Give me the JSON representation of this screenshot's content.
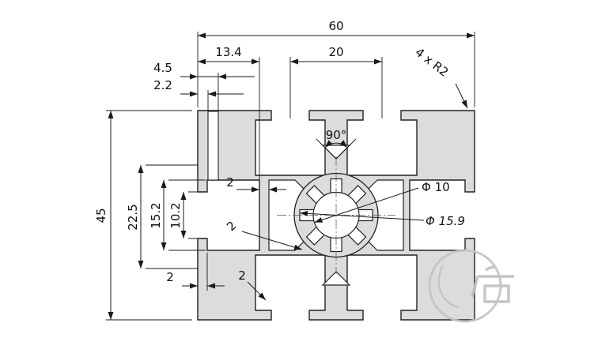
{
  "drawing": {
    "title": "aluminum-profile-cross-section",
    "dims": {
      "total_width": "60",
      "slot_depth_left": "13.4",
      "slot_spacing": "20",
      "channel_width": "4.5",
      "channel_wall": "2.2",
      "corner_radius": "4 x R2",
      "groove_angle": "90°",
      "total_height": "45",
      "center_height": "22.5",
      "cavity_height": "15.2",
      "opening_height": "10.2",
      "web_thickness_a": "2",
      "web_thickness_b": "2",
      "wall_thickness_a": "2",
      "wall_thickness_b": "2",
      "center_bore": "Φ 10",
      "groove_circle": "Φ 15.9"
    },
    "watermark": "启",
    "colors": {
      "profile_fill": "#dcdcdc",
      "line": "#1a1a1a",
      "watermark": "#c0c0c0",
      "background": "#ffffff"
    }
  }
}
